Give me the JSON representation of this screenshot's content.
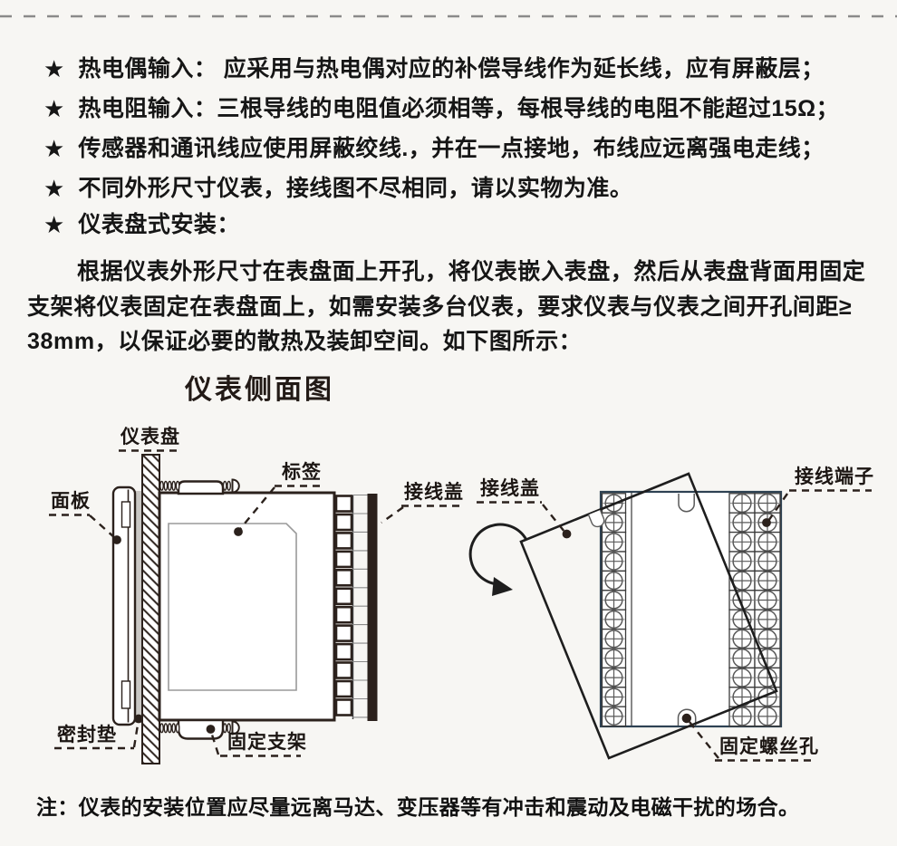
{
  "bullets": [
    {
      "marker": "★",
      "text": "热电偶输入： 应采用与热电偶对应的补偿导线作为延长线，应有屏蔽层；"
    },
    {
      "marker": "★",
      "text": "热电阻输入：三根导线的电阻值必须相等，每根导线的电阻不能超过15Ω；"
    },
    {
      "marker": "★",
      "text": "传感器和通讯线应使用屏蔽绞线.，并在一点接地，布线应远离强电走线；"
    },
    {
      "marker": "★",
      "text": "不同外形尺寸仪表，接线图不尽相同，请以实物为准。"
    },
    {
      "marker": "★",
      "text": "仪表盘式安装："
    }
  ],
  "paragraph": {
    "lines": [
      "根据仪表外形尺寸在表盘面上开孔，将仪表嵌入表盘，然后从表盘背面用固定",
      "支架将仪表固定在表盘面上，如需安装多台仪表，要求仪表与仪表之间开孔间距≥",
      "38mm，以保证必要的散热及装卸空间。如下图所示："
    ]
  },
  "figure": {
    "title": "仪表侧面图",
    "side_view_labels": {
      "panel_board": "仪表盘",
      "front_panel": "面板",
      "label_sticker": "标签",
      "terminal_cover": "接线盖",
      "gasket": "密封垫",
      "bracket": "固定支架"
    },
    "back_view_labels": {
      "terminal_cover": "接线盖",
      "terminals": "接线端子",
      "screw_hole": "固定螺丝孔"
    }
  },
  "note": "注：仪表的安装位置应尽量远离马达、变压器等有冲击和震动及电磁干扰的场合。",
  "colors": {
    "background": "#f7f6f3",
    "line": "#2b211c",
    "panel_border": "#2e4253",
    "cell_border": "#3a3a3a",
    "screw": "#5a5a5a",
    "rung": "#8a8a8a",
    "gasket": "#c9c7c4",
    "top_dash": "#8a8a8a",
    "text": "#161616"
  }
}
